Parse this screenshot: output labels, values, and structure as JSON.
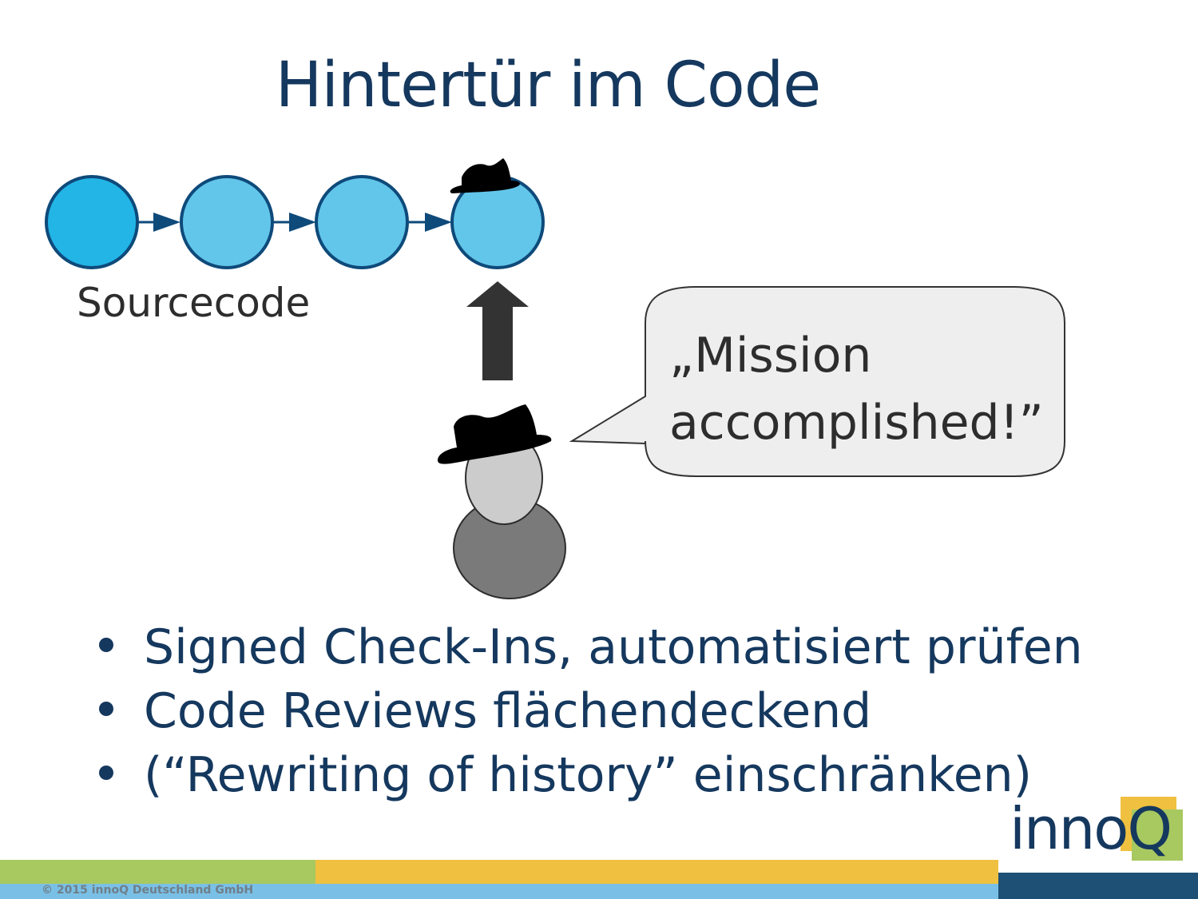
{
  "slide": {
    "title": "Hintertür im Code",
    "source_label": "Sourcecode",
    "speech_line_1": "„Mission",
    "speech_line_2": "accomplished!”",
    "bullets": [
      "Signed Check-Ins, automatisiert prüfen",
      "Code Reviews flächendeckend",
      "(“Rewriting of history” einschränken)"
    ]
  },
  "logo": {
    "text_main": "inno",
    "text_q": "Q"
  },
  "footer": {
    "copyright": "© 2015 innoQ Deutschland GmbH"
  },
  "colors": {
    "title": "#15385e",
    "node_dark": "#22b5e6",
    "node_light": "#62c6ea",
    "node_stroke": "#0e4a7a",
    "arrow": "#333333",
    "bubble_fill": "#eeeeee",
    "bar_green": "#a8c860",
    "bar_yellow": "#f0c040",
    "bar_blue": "#7ac0e6",
    "bar_navy": "#1e5076"
  },
  "icons": [
    "commit-node-icon",
    "fedora-hat-icon",
    "up-arrow-icon",
    "speech-bubble-icon",
    "person-silhouette-icon"
  ]
}
